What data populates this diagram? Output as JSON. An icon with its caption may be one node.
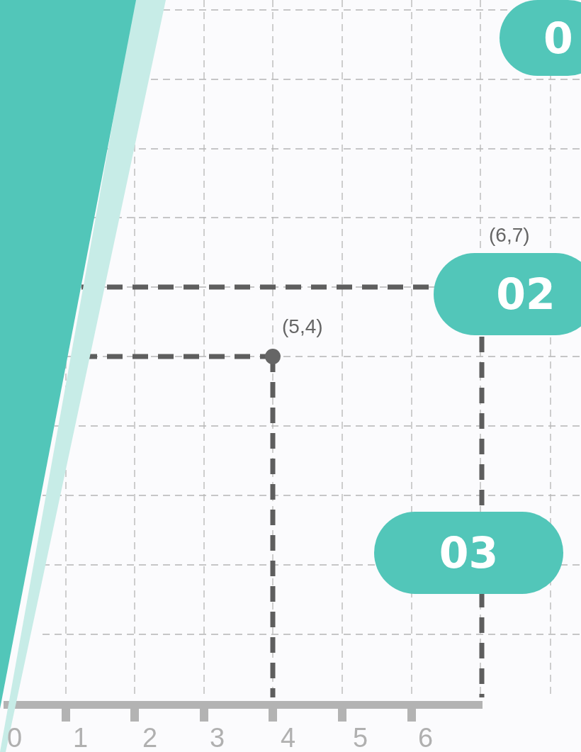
{
  "diagram": {
    "nodes": [
      {
        "text": [
          "0"
        ]
      },
      {
        "text": [
          "02"
        ]
      },
      {
        "text": [
          "03"
        ]
      }
    ],
    "labels": [
      "(6,7)",
      "(5,4)",
      "0",
      "1",
      "2",
      "3",
      "4",
      "5",
      "6"
    ]
  }
}
